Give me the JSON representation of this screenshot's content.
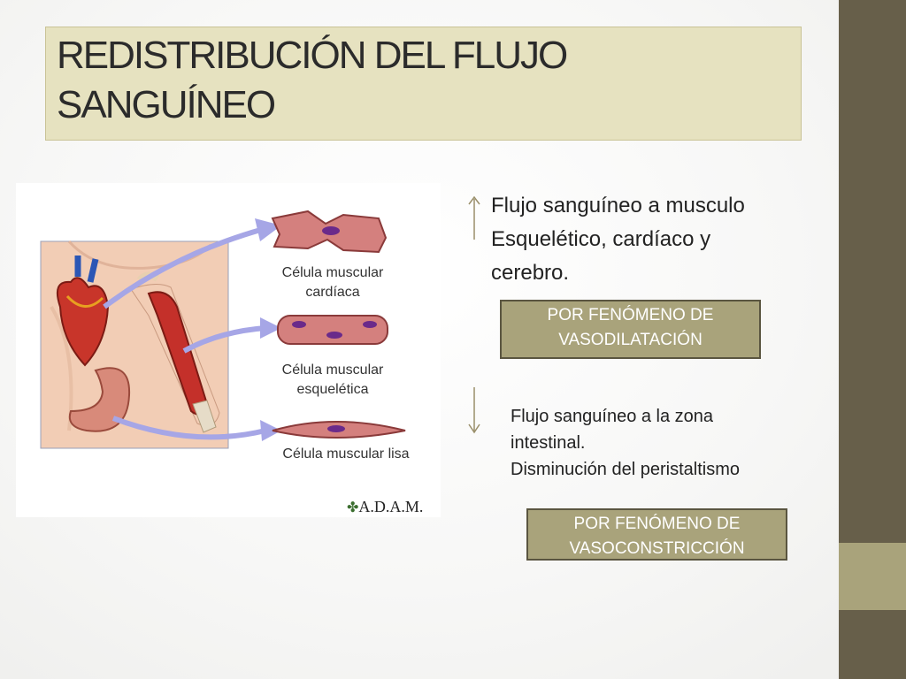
{
  "slide": {
    "title_line1": "REDISTRIBUCIÓN DEL FLUJO",
    "title_line2": "SANGUÍNEO"
  },
  "illustration": {
    "labels": {
      "cardiac_line1": "Célula muscular",
      "cardiac_line2": "cardíaca",
      "skeletal_line1": "Célula muscular",
      "skeletal_line2": "esquelética",
      "smooth": "Célula muscular lisa"
    },
    "logo_text": "A.D.A.M."
  },
  "increase_block": {
    "icon": "arrow-up-icon",
    "line1": "Flujo sanguíneo a musculo",
    "line2": "Esquelético, cardíaco y",
    "line3": "cerebro.",
    "tag_line1": "POR FENÓMENO DE",
    "tag_line2": "VASODILATACIÓN"
  },
  "decrease_block": {
    "icon": "arrow-down-icon",
    "line1": "Flujo sanguíneo a la zona",
    "line2": "intestinal.",
    "line3": "Disminución del peristaltismo",
    "tag_line1": "POR FENÓMENO DE",
    "tag_line2": "VASOCONSTRICCIÓN"
  },
  "colors": {
    "title_bg": "#e6e2c0",
    "side_bar": "#675f4a",
    "side_accent": "#a9a37b",
    "tag_bg": "#a9a37b"
  }
}
